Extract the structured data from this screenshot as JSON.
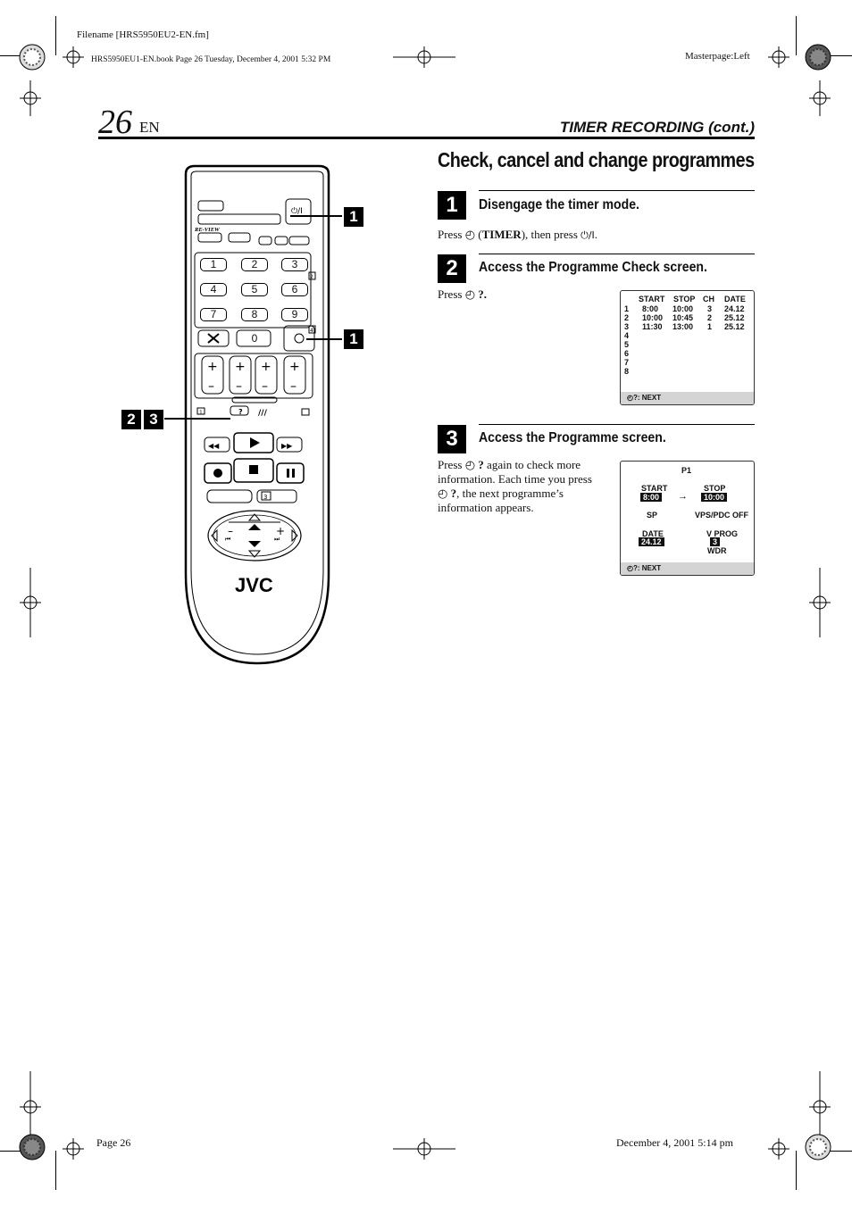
{
  "print_marks": {
    "filename": "Filename [HRS5950EU2-EN.fm]",
    "book_info": "HRS5950EU1-EN.book  Page 26  Tuesday, December 4, 2001  5:32 PM",
    "masterpage": "Masterpage:Left",
    "footer_page": "Page 26",
    "footer_date": "December 4, 2001 5:14 pm"
  },
  "header": {
    "page_number": "26",
    "lang": "EN",
    "title": "TIMER RECORDING (cont.)"
  },
  "section_title": "Check, cancel and change programmes",
  "steps": [
    {
      "number": "1",
      "title": "Disengage the timer mode.",
      "text_a": "Press ",
      "text_timer": "TIMER",
      "text_b": "), then press ",
      "text_c": "."
    },
    {
      "number": "2",
      "title": "Access the Programme Check screen.",
      "text_a": "Press ",
      "text_b": " ?."
    },
    {
      "number": "3",
      "title": "Access the Programme screen.",
      "text": "again to check more information. Each time you press",
      "text_a": "Press ",
      "text_b": " ? again to check more information. Each time you press ",
      "text_c": " ?, the next programme’s information appears."
    }
  ],
  "osd_check": {
    "headers": [
      "START",
      "STOP",
      "CH",
      "DATE"
    ],
    "rows": [
      {
        "n": "1",
        "start": "8:00",
        "stop": "10:00",
        "ch": "3",
        "date": "24.12"
      },
      {
        "n": "2",
        "start": "10:00",
        "stop": "10:45",
        "ch": "2",
        "date": "25.12"
      },
      {
        "n": "3",
        "start": "11:30",
        "stop": "13:00",
        "ch": "1",
        "date": "25.12"
      },
      {
        "n": "4"
      },
      {
        "n": "5"
      },
      {
        "n": "6"
      },
      {
        "n": "7"
      },
      {
        "n": "8"
      }
    ],
    "footer": "?: NEXT"
  },
  "osd_programme": {
    "title": "P1",
    "start_label": "START",
    "start_value": "8:00",
    "arrow": "→",
    "stop_label": "STOP",
    "stop_value": "10:00",
    "speed": "SP",
    "vps": "VPS/PDC OFF",
    "date_label": "DATE",
    "date_value": "24.12",
    "vprog_label": "V PROG",
    "vprog_value": "3",
    "mode": "WDR",
    "footer": "?: NEXT"
  },
  "remote": {
    "callouts": [
      "1",
      "1",
      "2",
      "3"
    ],
    "brand": "JVC",
    "review_label": "RE-VIEW",
    "digits": [
      "1",
      "2",
      "3",
      "4",
      "5",
      "6",
      "7",
      "8",
      "9",
      "0"
    ],
    "key_labels": {
      "timer_q": "?",
      "num2": "2",
      "num3": "3",
      "num1": "1",
      "num4": "4"
    }
  },
  "colors": {
    "ink": "#111111",
    "osd_footer": "#d4d4d4",
    "remote_body": "#ffffff"
  }
}
